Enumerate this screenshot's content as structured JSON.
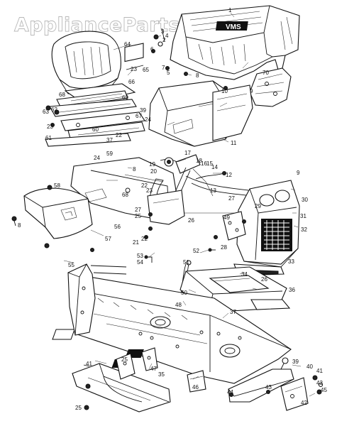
{
  "watermark": "AppliancePartsPros.com",
  "hood_logo": "VMS",
  "part_labels": {
    "l1": "1",
    "l3": "3",
    "l4": "4",
    "l2": "2",
    "l6": "6",
    "l7": "7",
    "l5": "5",
    "l64": "64",
    "l23a": "23",
    "l66": "66",
    "l65": "65",
    "l8a": "8",
    "l10": "10",
    "l9a": "9",
    "l70": "70",
    "l68": "68",
    "l69": "69",
    "l63": "63",
    "l62": "62",
    "l24a": "24",
    "l67": "67",
    "l39": "39",
    "l60": "60",
    "l23b": "23",
    "l61": "61",
    "l37a": "37",
    "l22a": "22",
    "l24b": "24",
    "l59": "59",
    "l58": "58",
    "l8b": "8",
    "l11": "11",
    "l17": "17",
    "l19": "19",
    "l20": "20",
    "l18": "18",
    "l16": "16",
    "l15": "15",
    "l14": "14",
    "l12": "12",
    "l9b": "9",
    "l13": "13",
    "l27": "27",
    "l22b": "22",
    "l23c": "23",
    "l68b": "68",
    "l30": "30",
    "l29": "29",
    "l31": "31",
    "l32": "32",
    "l8c": "8",
    "l57": "57",
    "l56": "56",
    "l27b": "27",
    "l25a": "25",
    "l26a": "26",
    "l21": "21",
    "l22c": "22",
    "l49": "49",
    "l28": "28",
    "l52": "52",
    "l53": "53",
    "l54": "54",
    "l55": "55",
    "l33": "33",
    "l34": "34",
    "l26b": "26",
    "l36": "36",
    "l50": "50",
    "l51": "51",
    "l48": "48",
    "l37b": "37",
    "l41a": "41",
    "l25b": "25",
    "l47": "47",
    "l35": "35",
    "l39b": "39",
    "l40": "40",
    "l41b": "41",
    "l43a": "43",
    "l45": "45",
    "l44": "44",
    "l43b": "43",
    "l42": "42",
    "l46": "46",
    "l25c": "25"
  }
}
